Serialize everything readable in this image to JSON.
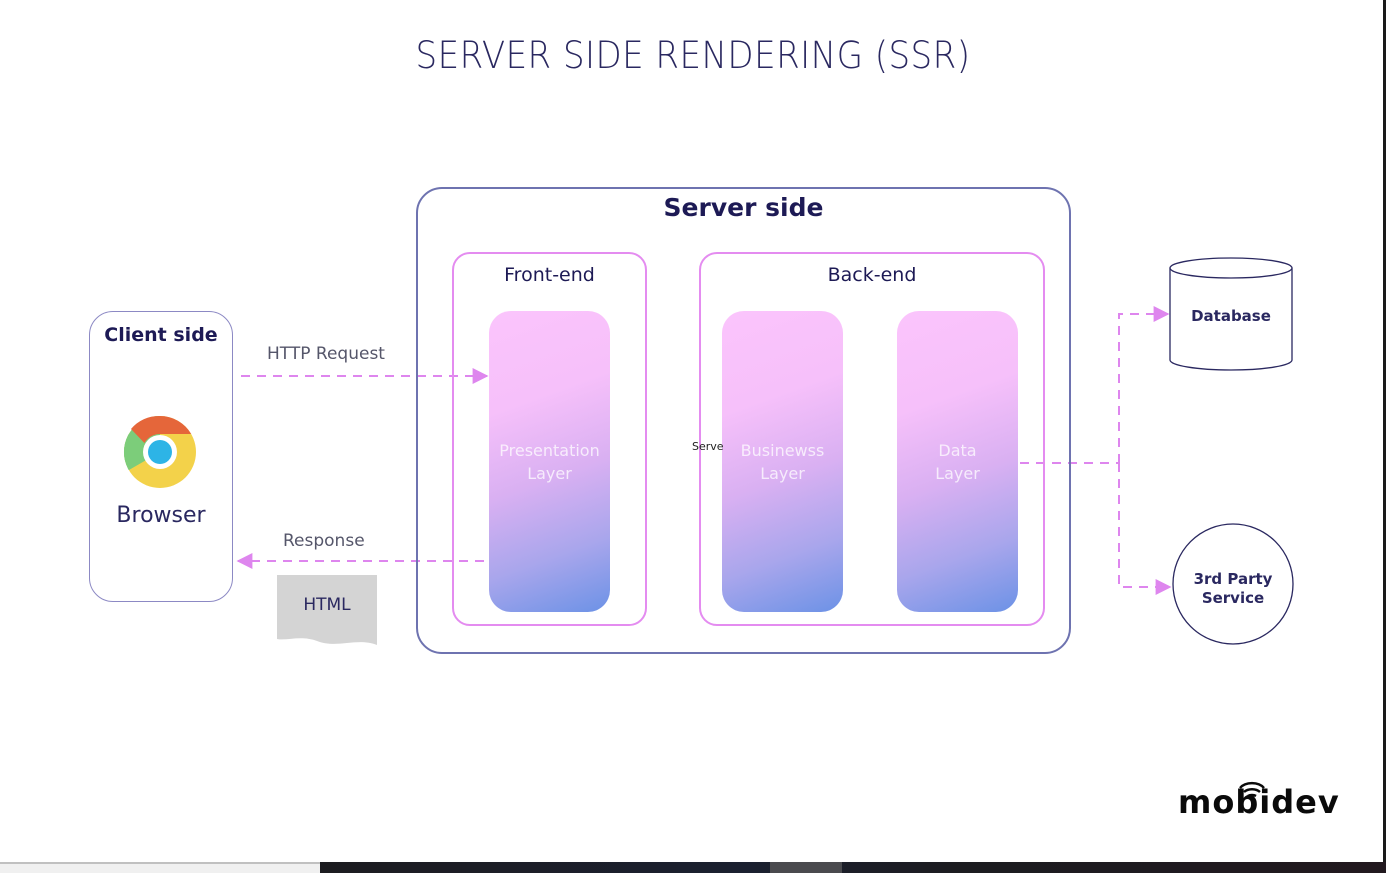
{
  "title": "SERVER SIDE RENDERING (SSR)",
  "client": {
    "title": "Client side",
    "icon": "chrome-browser-icon",
    "label": "Browser"
  },
  "arrows": {
    "request_label": "HTTP Request",
    "response_label": "Response",
    "payload_label": "HTML"
  },
  "server": {
    "title": "Server side",
    "frontend": {
      "title": "Front-end",
      "layers": [
        {
          "line1": "Presentation",
          "line2": "Layer"
        }
      ]
    },
    "backend": {
      "title": "Back-end",
      "layers": [
        {
          "line1": "Businewss",
          "line2": "Layer"
        },
        {
          "line1": "Data",
          "line2": "Layer"
        }
      ]
    },
    "stray_text": "Serve"
  },
  "external": {
    "database": "Database",
    "third_party_line1": "3rd Party",
    "third_party_line2": "Service"
  },
  "logo": "mobidev",
  "colors": {
    "title": "#2a2860",
    "server_border": "#6e73b0",
    "section_border": "#e48cf0",
    "arrow": "#de86ee",
    "layer_top": "#fbc4fc",
    "layer_bottom": "#6c92e6"
  }
}
